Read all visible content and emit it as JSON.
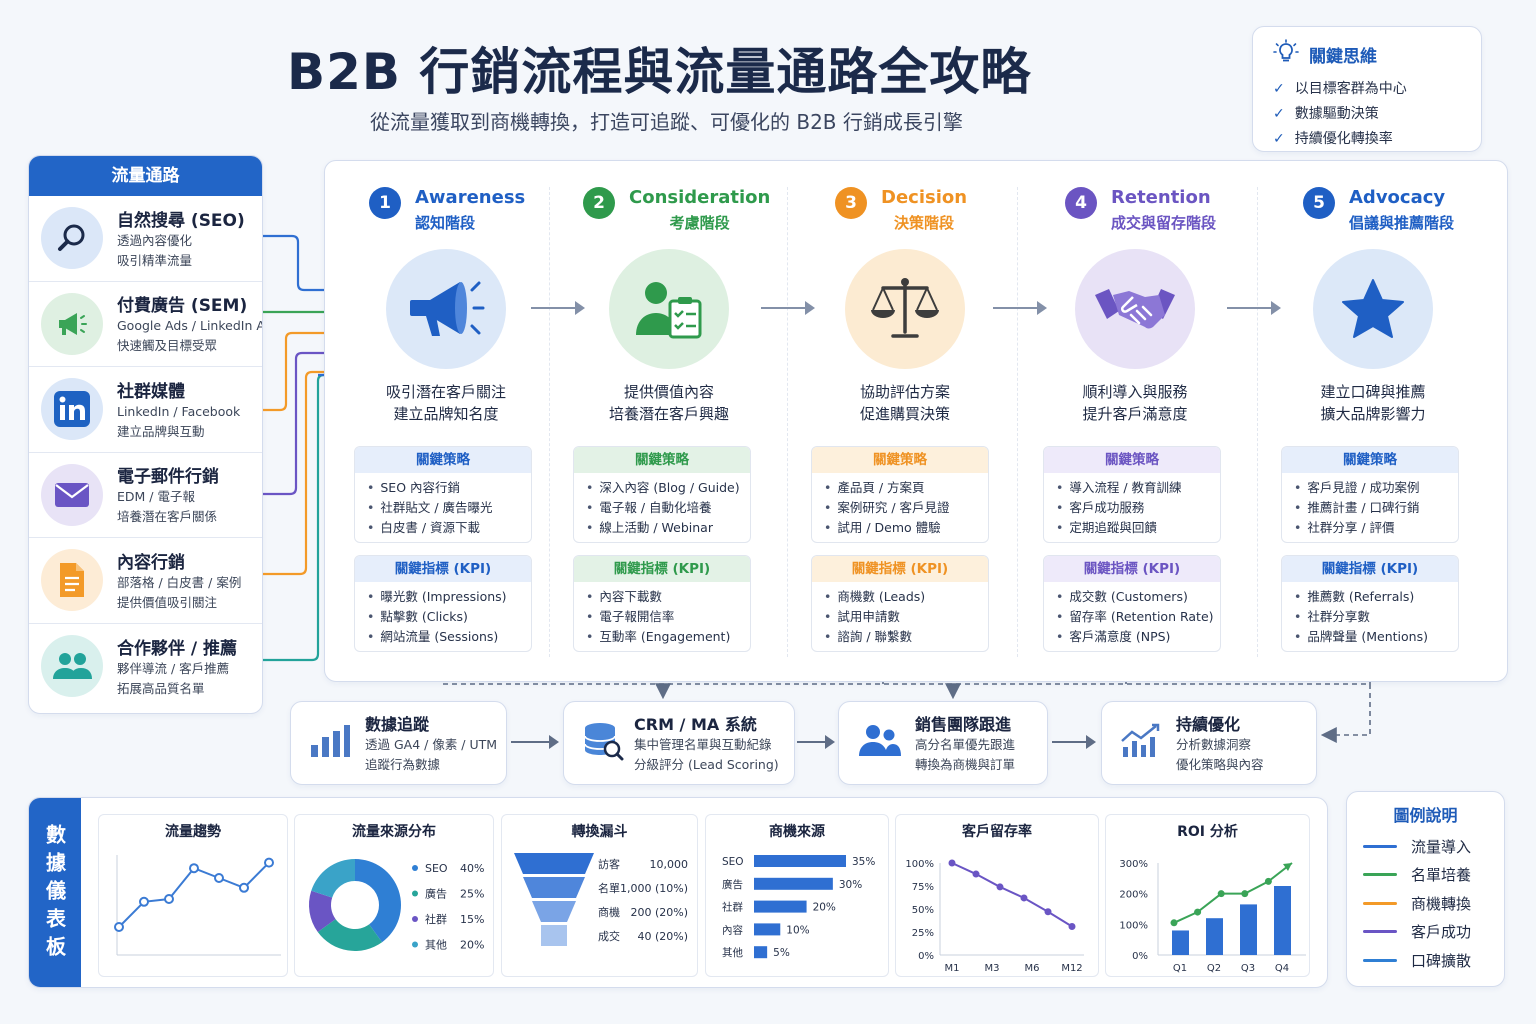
{
  "header": {
    "title": "B2B 行銷流程與流量通路全攻略",
    "subtitle": "從流量獲取到商機轉換，打造可追蹤、可優化的 B2B 行銷成長引擎"
  },
  "mindset": {
    "title": "關鍵思維",
    "items": [
      "以目標客群為中心",
      "數據驅動決策",
      "持續優化轉換率"
    ]
  },
  "channels": {
    "title": "流量通路",
    "items": [
      {
        "name": "自然搜尋 (SEO)",
        "line1": "透過內容優化",
        "line2": "吸引精準流量",
        "icon": "search-icon",
        "color": "#2d6fd2",
        "bg": "#dbe7f8"
      },
      {
        "name": "付費廣告 (SEM)",
        "line1": "Google Ads / LinkedIn Ads",
        "line2": "快速觸及目標受眾",
        "icon": "megaphone-icon",
        "color": "#3aa457",
        "bg": "#dff0e2"
      },
      {
        "name": "社群媒體",
        "line1": "LinkedIn / Facebook",
        "line2": "建立品牌與互動",
        "icon": "linkedin-icon",
        "color": "#1e62c2",
        "bg": "#dbe7f8"
      },
      {
        "name": "電子郵件行銷",
        "line1": "EDM / 電子報",
        "line2": "培養潛在客戶關係",
        "icon": "mail-icon",
        "color": "#6a55c4",
        "bg": "#e8e3f6"
      },
      {
        "name": "內容行銷",
        "line1": "部落格 / 白皮書 / 案例",
        "line2": "提供價值吸引關注",
        "icon": "document-icon",
        "color": "#f39a28",
        "bg": "#fdecd6"
      },
      {
        "name": "合作夥伴 / 推薦",
        "line1": "夥伴導流 / 客戶推薦",
        "line2": "拓展高品質名單",
        "icon": "people-icon",
        "color": "#22a39a",
        "bg": "#d9f0ed"
      }
    ]
  },
  "stages": [
    {
      "num": "1",
      "en": "Awareness",
      "zh": "認知階段",
      "color": "#1f5fc4",
      "bg": "#dce8f8",
      "icon": "megaphone-icon",
      "desc1": "吸引潛在客戶關注",
      "desc2": "建立品牌知名度",
      "strategy_title": "關鍵策略",
      "strategy": [
        "SEO 內容行銷",
        "社群貼文 / 廣告曝光",
        "白皮書 / 資源下載"
      ],
      "kpi_title": "關鍵指標 (KPI)",
      "kpi": [
        "曝光數 (Impressions)",
        "點擊數 (Clicks)",
        "網站流量 (Sessions)"
      ]
    },
    {
      "num": "2",
      "en": "Consideration",
      "zh": "考慮階段",
      "color": "#2f9a4c",
      "bg": "#def0e1",
      "icon": "checklist-person-icon",
      "desc1": "提供價值內容",
      "desc2": "培養潛在客戶興趣",
      "strategy_title": "關鍵策略",
      "strategy": [
        "深入內容 (Blog / Guide)",
        "電子報 / 自動化培養",
        "線上活動 / Webinar"
      ],
      "kpi_title": "關鍵指標 (KPI)",
      "kpi": [
        "內容下載數",
        "電子報開信率",
        "互動率 (Engagement)"
      ]
    },
    {
      "num": "3",
      "en": "Decision",
      "zh": "決策階段",
      "color": "#ef9223",
      "bg": "#fcebd2",
      "icon": "scale-icon",
      "desc1": "協助評估方案",
      "desc2": "促進購買決策",
      "strategy_title": "關鍵策略",
      "strategy": [
        "產品頁 / 方案頁",
        "案例研究 / 客戶見證",
        "試用 / Demo 體驗"
      ],
      "kpi_title": "關鍵指標 (KPI)",
      "kpi": [
        "商機數 (Leads)",
        "試用申請數",
        "諮詢 / 聯繫數"
      ]
    },
    {
      "num": "4",
      "en": "Retention",
      "zh": "成交與留存階段",
      "color": "#6b55c2",
      "bg": "#e8e2f6",
      "icon": "handshake-icon",
      "desc1": "順利導入與服務",
      "desc2": "提升客戶滿意度",
      "strategy_title": "關鍵策略",
      "strategy": [
        "導入流程 / 教育訓練",
        "客戶成功服務",
        "定期追蹤與回饋"
      ],
      "kpi_title": "關鍵指標 (KPI)",
      "kpi": [
        "成交數 (Customers)",
        "留存率 (Retention Rate)",
        "客戶滿意度 (NPS)"
      ]
    },
    {
      "num": "5",
      "en": "Advocacy",
      "zh": "倡議與推薦階段",
      "color": "#1f5fc4",
      "bg": "#dce8f8",
      "icon": "star-icon",
      "desc1": "建立口碑與推薦",
      "desc2": "擴大品牌影響力",
      "strategy_title": "關鍵策略",
      "strategy": [
        "客戶見證 / 成功案例",
        "推薦計畫 / 口碑行銷",
        "社群分享 / 評價"
      ],
      "kpi_title": "關鍵指標 (KPI)",
      "kpi": [
        "推薦數 (Referrals)",
        "社群分享數",
        "品牌聲量 (Mentions)"
      ]
    }
  ],
  "process": [
    {
      "name": "數據追蹤",
      "line1": "透過 GA4 / 像素 / UTM",
      "line2": "追蹤行為數據",
      "icon": "bar-chart-icon"
    },
    {
      "name": "CRM / MA 系統",
      "line1": "集中管理名單與互動紀錄",
      "line2": "分級評分 (Lead Scoring)",
      "icon": "database-icon"
    },
    {
      "name": "銷售團隊跟進",
      "line1": "高分名單優先跟進",
      "line2": "轉換為商機與訂單",
      "icon": "team-icon"
    },
    {
      "name": "持續優化",
      "line1": "分析數據洞察",
      "line2": "優化策略與內容",
      "icon": "trend-icon"
    }
  ],
  "dashboard": {
    "label": "數據儀表板",
    "panels": {
      "traffic": "流量趨勢",
      "source": "流量來源分布",
      "funnel": "轉換漏斗",
      "leads": "商機來源",
      "retention": "客戶留存率",
      "roi": "ROI 分析"
    }
  },
  "chart_data": [
    {
      "type": "line",
      "title": "流量趨勢",
      "x": [
        1,
        2,
        3,
        4,
        5,
        6,
        7
      ],
      "values": [
        20,
        38,
        40,
        62,
        55,
        48,
        66
      ]
    },
    {
      "type": "pie",
      "title": "流量來源分布",
      "labels": [
        "SEO",
        "廣告",
        "社群",
        "其他"
      ],
      "values": [
        40,
        25,
        15,
        20
      ],
      "display": [
        "40%",
        "25%",
        "15%",
        "20%"
      ],
      "colors": [
        "#2f7fd4",
        "#27a59a",
        "#6a55c4",
        "#3aa3c8"
      ]
    },
    {
      "type": "bar",
      "title": "轉換漏斗",
      "categories": [
        "訪客",
        "名單",
        "商機",
        "成交"
      ],
      "values": [
        10000,
        1000,
        200,
        40
      ],
      "display": [
        "10,000",
        "1,000 (10%)",
        "200 (20%)",
        "40 (20%)"
      ]
    },
    {
      "type": "bar",
      "title": "商機來源",
      "categories": [
        "SEO",
        "廣告",
        "社群",
        "內容",
        "其他"
      ],
      "values": [
        35,
        30,
        20,
        10,
        5
      ],
      "display": [
        "35%",
        "30%",
        "20%",
        "10%",
        "5%"
      ],
      "xlim": [
        0,
        35
      ]
    },
    {
      "type": "line",
      "title": "客戶留存率",
      "categories": [
        "M1",
        "M3",
        "M6",
        "M12"
      ],
      "x": [
        1,
        2,
        3,
        4,
        5,
        6
      ],
      "values": [
        100,
        88,
        74,
        62,
        47,
        31
      ],
      "yticks": [
        "100%",
        "75%",
        "50%",
        "25%",
        "0%"
      ],
      "ylim": [
        0,
        100
      ]
    },
    {
      "type": "bar",
      "title": "ROI 分析",
      "categories": [
        "Q1",
        "Q2",
        "Q3",
        "Q4"
      ],
      "values": [
        80,
        120,
        165,
        225
      ],
      "line_values": [
        105,
        140,
        200,
        200,
        240,
        300
      ],
      "yticks": [
        "300%",
        "200%",
        "100%",
        "0%"
      ],
      "ylim": [
        0,
        300
      ]
    }
  ],
  "legend": {
    "title": "圖例說明",
    "items": [
      {
        "label": "流量導入",
        "color": "#2f6fd2"
      },
      {
        "label": "名單培養",
        "color": "#3aa457"
      },
      {
        "label": "商機轉換",
        "color": "#f39a28"
      },
      {
        "label": "客戶成功",
        "color": "#6a55c4"
      },
      {
        "label": "口碑擴散",
        "color": "#2f7fd4"
      }
    ]
  }
}
